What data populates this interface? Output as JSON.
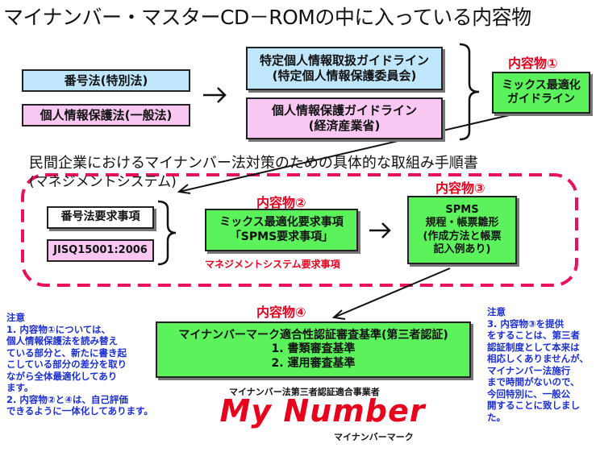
{
  "title": "マイナンバー・マスターCD－ROMの中に入っている内容物",
  "laws": {
    "law1": "番号法(特別法)",
    "law2": "個人情報保護法(一般法)"
  },
  "guidelines": {
    "g1_line1": "特定個人情報取扱ガイドライン",
    "g1_line2": "(特定個人情報保護委員会)",
    "g2_line1": "個人情報保護ガイドライン",
    "g2_line2": "(経済産業省)"
  },
  "content1": {
    "label": "内容物①",
    "line1": "ミックス最適化",
    "line2": "ガイドライン"
  },
  "procedure": {
    "line1": "民間企業におけるマイナンバー法対策のための具体的な取組み手順書",
    "line2": "(マネジメントシステム)"
  },
  "requirements": {
    "r1": "番号法要求事項",
    "r2": "JISQ15001:2006"
  },
  "content2": {
    "label": "内容物②",
    "line1": "ミックス最適化要求事項",
    "line2": "「SPMS要求事項」",
    "caption": "マネジメントシステム要求事項"
  },
  "content3": {
    "label": "内容物③",
    "line1": "SPMS",
    "line2": "規程・帳票雛形",
    "line3": "(作成方法と帳票",
    "line4": "記入例あり)"
  },
  "content4": {
    "label": "内容物④",
    "line1": "マイナンバーマーク適合性認証審査基準(第三者認証)",
    "line2": "1. 書類審査基準",
    "line3": "2. 運用審査基準"
  },
  "note_left": {
    "heading": "注意",
    "lines": [
      "1. 内容物①については、",
      "個人情報保護法を読み替え",
      "ている部分と、新たに書き起",
      "こしている部分の差分を取り",
      "ながら全体最適化してあり",
      "ます。",
      "2. 内容物②と④は、自己評価",
      "できるように一体化してあります。"
    ]
  },
  "note_right": {
    "heading": "注意",
    "lines": [
      "3. 内容物③を提供",
      "をすることは、第三者",
      "認証制度として本来は",
      "相応しくありませんが、",
      "マイナンバー法施行",
      "まで時間がないので、",
      "今回特別に、一般公",
      "開することに致しまし",
      "た。"
    ]
  },
  "logo": {
    "top": "マイナンバー法第三者認証適合事業者",
    "main": "My Number",
    "bottom": "マイナンバーマーク"
  },
  "colors": {
    "accent_red": "#e8001c",
    "note_blue": "#1b2fd1",
    "green_box": "#5cf25c",
    "blue_box": "#bfe6fb",
    "pink_box": "#f9c8f2",
    "dash_border": "#e8115c"
  }
}
